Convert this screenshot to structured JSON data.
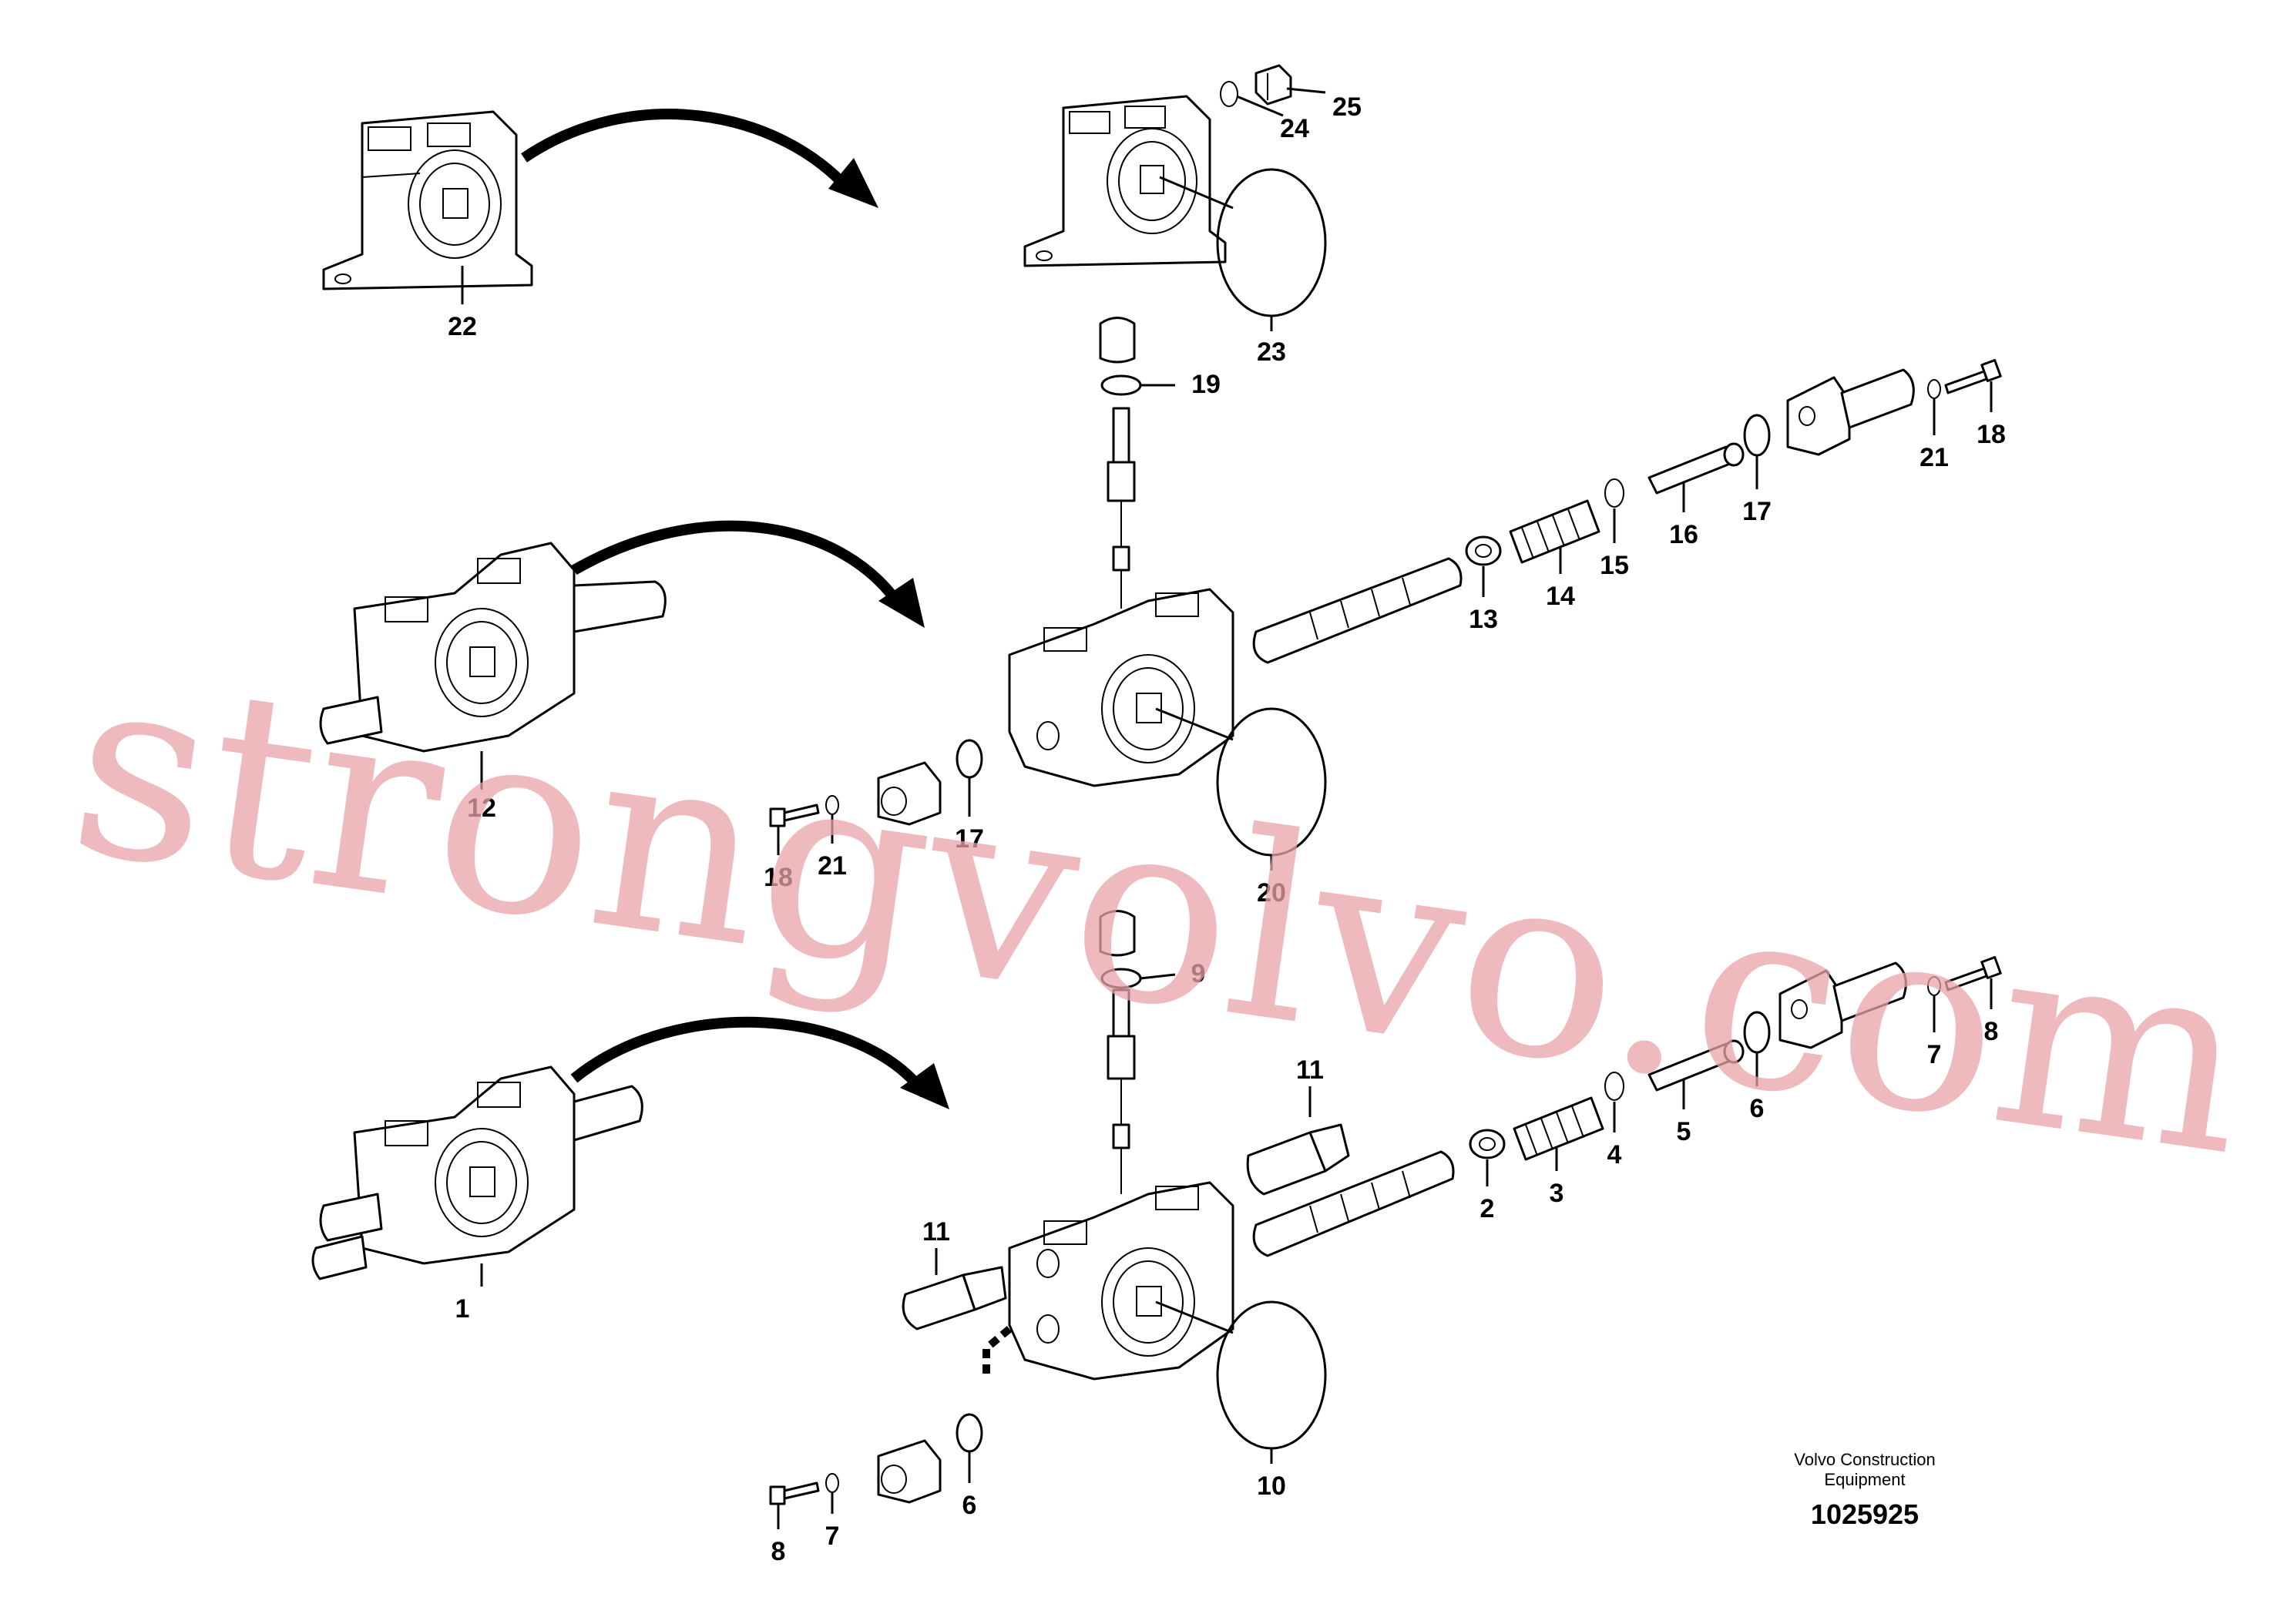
{
  "watermark": "strongvolvo.com",
  "footer": {
    "company_line1": "Volvo Construction",
    "company_line2": "Equipment",
    "drawing_number": "1025925"
  },
  "labels": {
    "l1": "1",
    "l2": "2",
    "l3": "3",
    "l4": "4",
    "l5": "5",
    "l6a": "6",
    "l6b": "6",
    "l7a": "7",
    "l7b": "7",
    "l8a": "8",
    "l8b": "8",
    "l9": "9",
    "l10": "10",
    "l11a": "11",
    "l11b": "11",
    "l12": "12",
    "l13": "13",
    "l14": "14",
    "l15": "15",
    "l16": "16",
    "l17a": "17",
    "l17b": "17",
    "l18a": "18",
    "l18b": "18",
    "l19": "19",
    "l20": "20",
    "l21a": "21",
    "l21b": "21",
    "l22": "22",
    "l23": "23",
    "l24": "24",
    "l25": "25"
  }
}
